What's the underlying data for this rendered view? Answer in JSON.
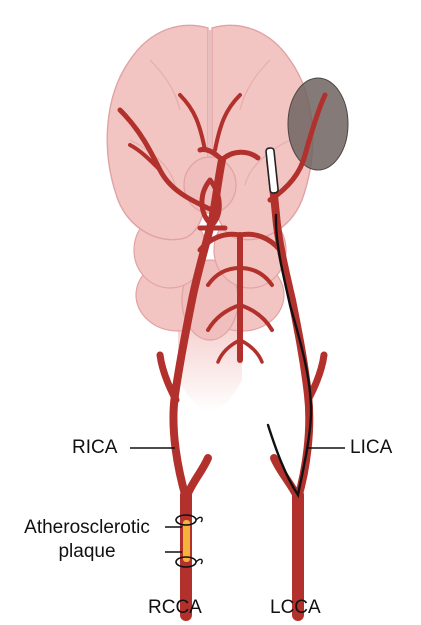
{
  "labels": {
    "rica": "RICA",
    "lica": "LICA",
    "plaque_line1": "Atherosclerotic",
    "plaque_line2": "plaque",
    "rcca": "RCCA",
    "lcca": "LCCA"
  },
  "colors": {
    "brain_fill": "#f2c4c2",
    "brain_stroke": "#e0a3a3",
    "brain_shade": "#e8b0ae",
    "artery": "#b2312c",
    "artery_dark": "#8e2220",
    "lesion": "#6e6462",
    "plaque": "#f5b33a",
    "catheter": "#111111",
    "leader": "#111111"
  }
}
